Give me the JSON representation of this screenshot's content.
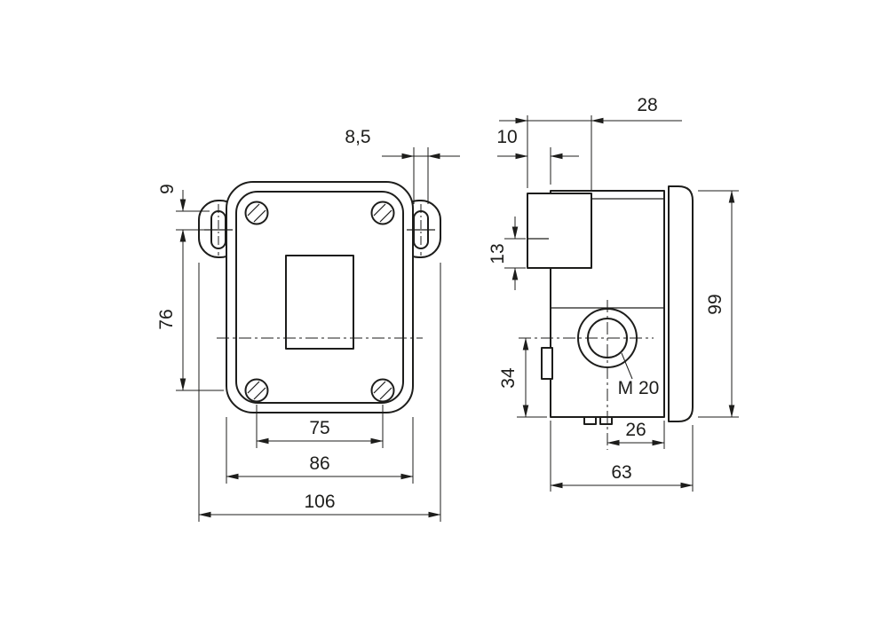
{
  "drawing": {
    "front_view": {
      "dims": {
        "slot_width": "8,5",
        "slot_offset": "9",
        "mount_hole_vertical": "76",
        "screw_spacing": "75",
        "body_width": "86",
        "overall_width": "106"
      }
    },
    "side_view": {
      "dims": {
        "top_block_width": "28",
        "top_block_offset": "10",
        "top_block_height": "13",
        "gland_center_height": "34",
        "body_height": "99",
        "gland_thread": "M 20",
        "gland_to_cover": "26",
        "overall_depth": "63"
      }
    },
    "colors": {
      "line": "#1d1d1b",
      "background": "#ffffff"
    }
  }
}
